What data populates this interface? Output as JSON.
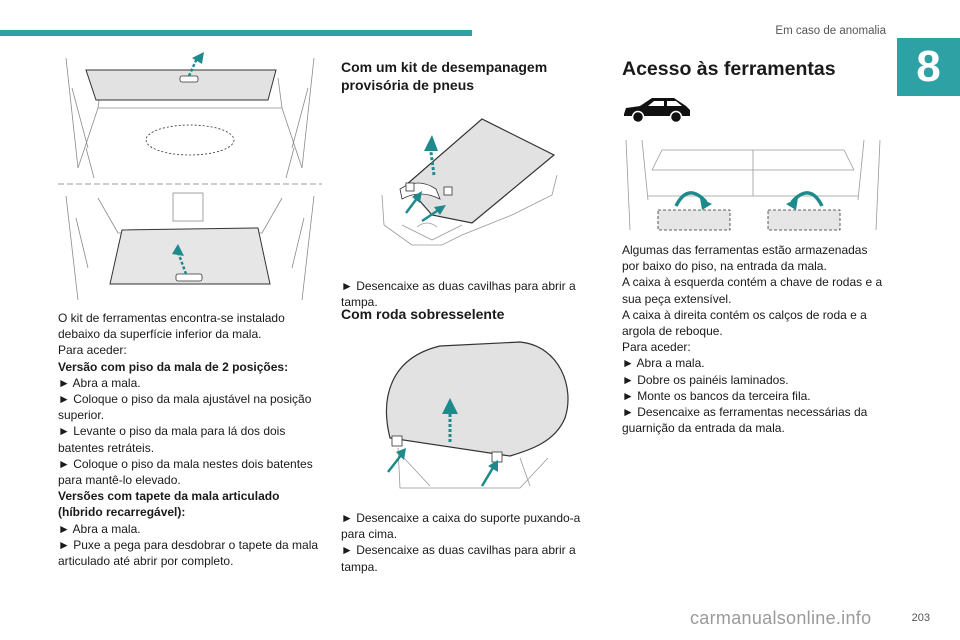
{
  "header": {
    "section_title": "Em caso de anomalia",
    "chapter_number": "8"
  },
  "footer": {
    "page_number": "203",
    "watermark": "carmanualsonline.info"
  },
  "col1": {
    "paragraphs": [
      {
        "text": "O kit de ferramentas encontra-se instalado debaixo da superfície inferior da mala.",
        "bold": false
      },
      {
        "text": "Para aceder:",
        "bold": false
      },
      {
        "text": "Versão com piso da mala de 2 posições:",
        "bold": true
      },
      {
        "text": "► Abra a mala.",
        "bold": false
      },
      {
        "text": "► Coloque o piso da mala ajustável na posição superior.",
        "bold": false
      },
      {
        "text": "► Levante o piso da mala para lá dos dois batentes retráteis.",
        "bold": false
      },
      {
        "text": "► Coloque o piso da mala nestes dois batentes para mantê-lo elevado.",
        "bold": false
      },
      {
        "text": "Versões com tapete da mala articulado (híbrido recarregável):",
        "bold": true
      },
      {
        "text": "► Abra a mala.",
        "bold": false
      },
      {
        "text": "► Puxe a pega para desdobrar o tapete da mala articulado até abrir por completo.",
        "bold": false
      }
    ]
  },
  "col2": {
    "heading1": "Com um kit de desempanagem provisória de pneus",
    "step1": "► Desencaixe as duas cavilhas para abrir a tampa.",
    "heading2": "Com roda sobresselente",
    "steps2": [
      "► Desencaixe a caixa do suporte puxando-a para cima.",
      "► Desencaixe as duas cavilhas para abrir a tampa."
    ]
  },
  "col3": {
    "heading": "Acesso às ferramentas",
    "paragraphs": [
      "Algumas das ferramentas estão armazenadas por baixo do piso, na entrada da mala.",
      "A caixa à esquerda contém a chave de rodas e a sua peça extensível.",
      "A caixa à direita contém os calços de roda e a argola de reboque.",
      "Para aceder:",
      "► Abra a mala.",
      "► Dobre os painéis laminados.",
      "► Monte os bancos da terceira fila.",
      "► Desencaixe as ferramentas necessárias da guarnição da entrada da mala."
    ]
  },
  "colors": {
    "accent": "#2ea1a4",
    "arrow": "#1f8a8c"
  }
}
